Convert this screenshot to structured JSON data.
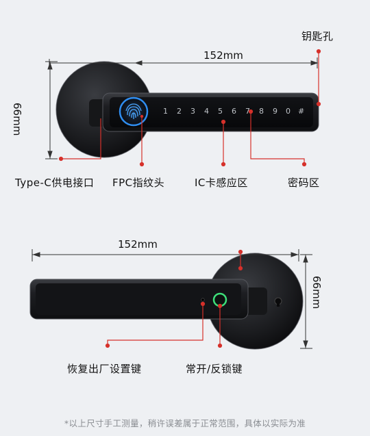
{
  "labels": {
    "keyhole": "钥匙孔",
    "width_top": "152mm",
    "height_left": "66mm",
    "typec": "Type-C供电接口",
    "fpc": "FPC指纹头",
    "ic": "IC卡感应区",
    "keypad": "密码区",
    "width_bottom": "152mm",
    "height_right": "66mm",
    "reset": "恢复出厂设置键",
    "normally_open": "常开/反锁键"
  },
  "keypad_keys": [
    "1",
    "2",
    "3",
    "4",
    "5",
    "6",
    "7",
    "8",
    "9",
    "0",
    "#"
  ],
  "footnote": "*以上尺寸手工测量，稍许误差属于正常范围，具体以实际为准",
  "colors": {
    "background": "#eef0f3",
    "accent_red": "#d6312b",
    "lock_body": "#1c1d20",
    "fingerprint_blue": "#2f8df0",
    "ring_green": "#3ee07a"
  }
}
